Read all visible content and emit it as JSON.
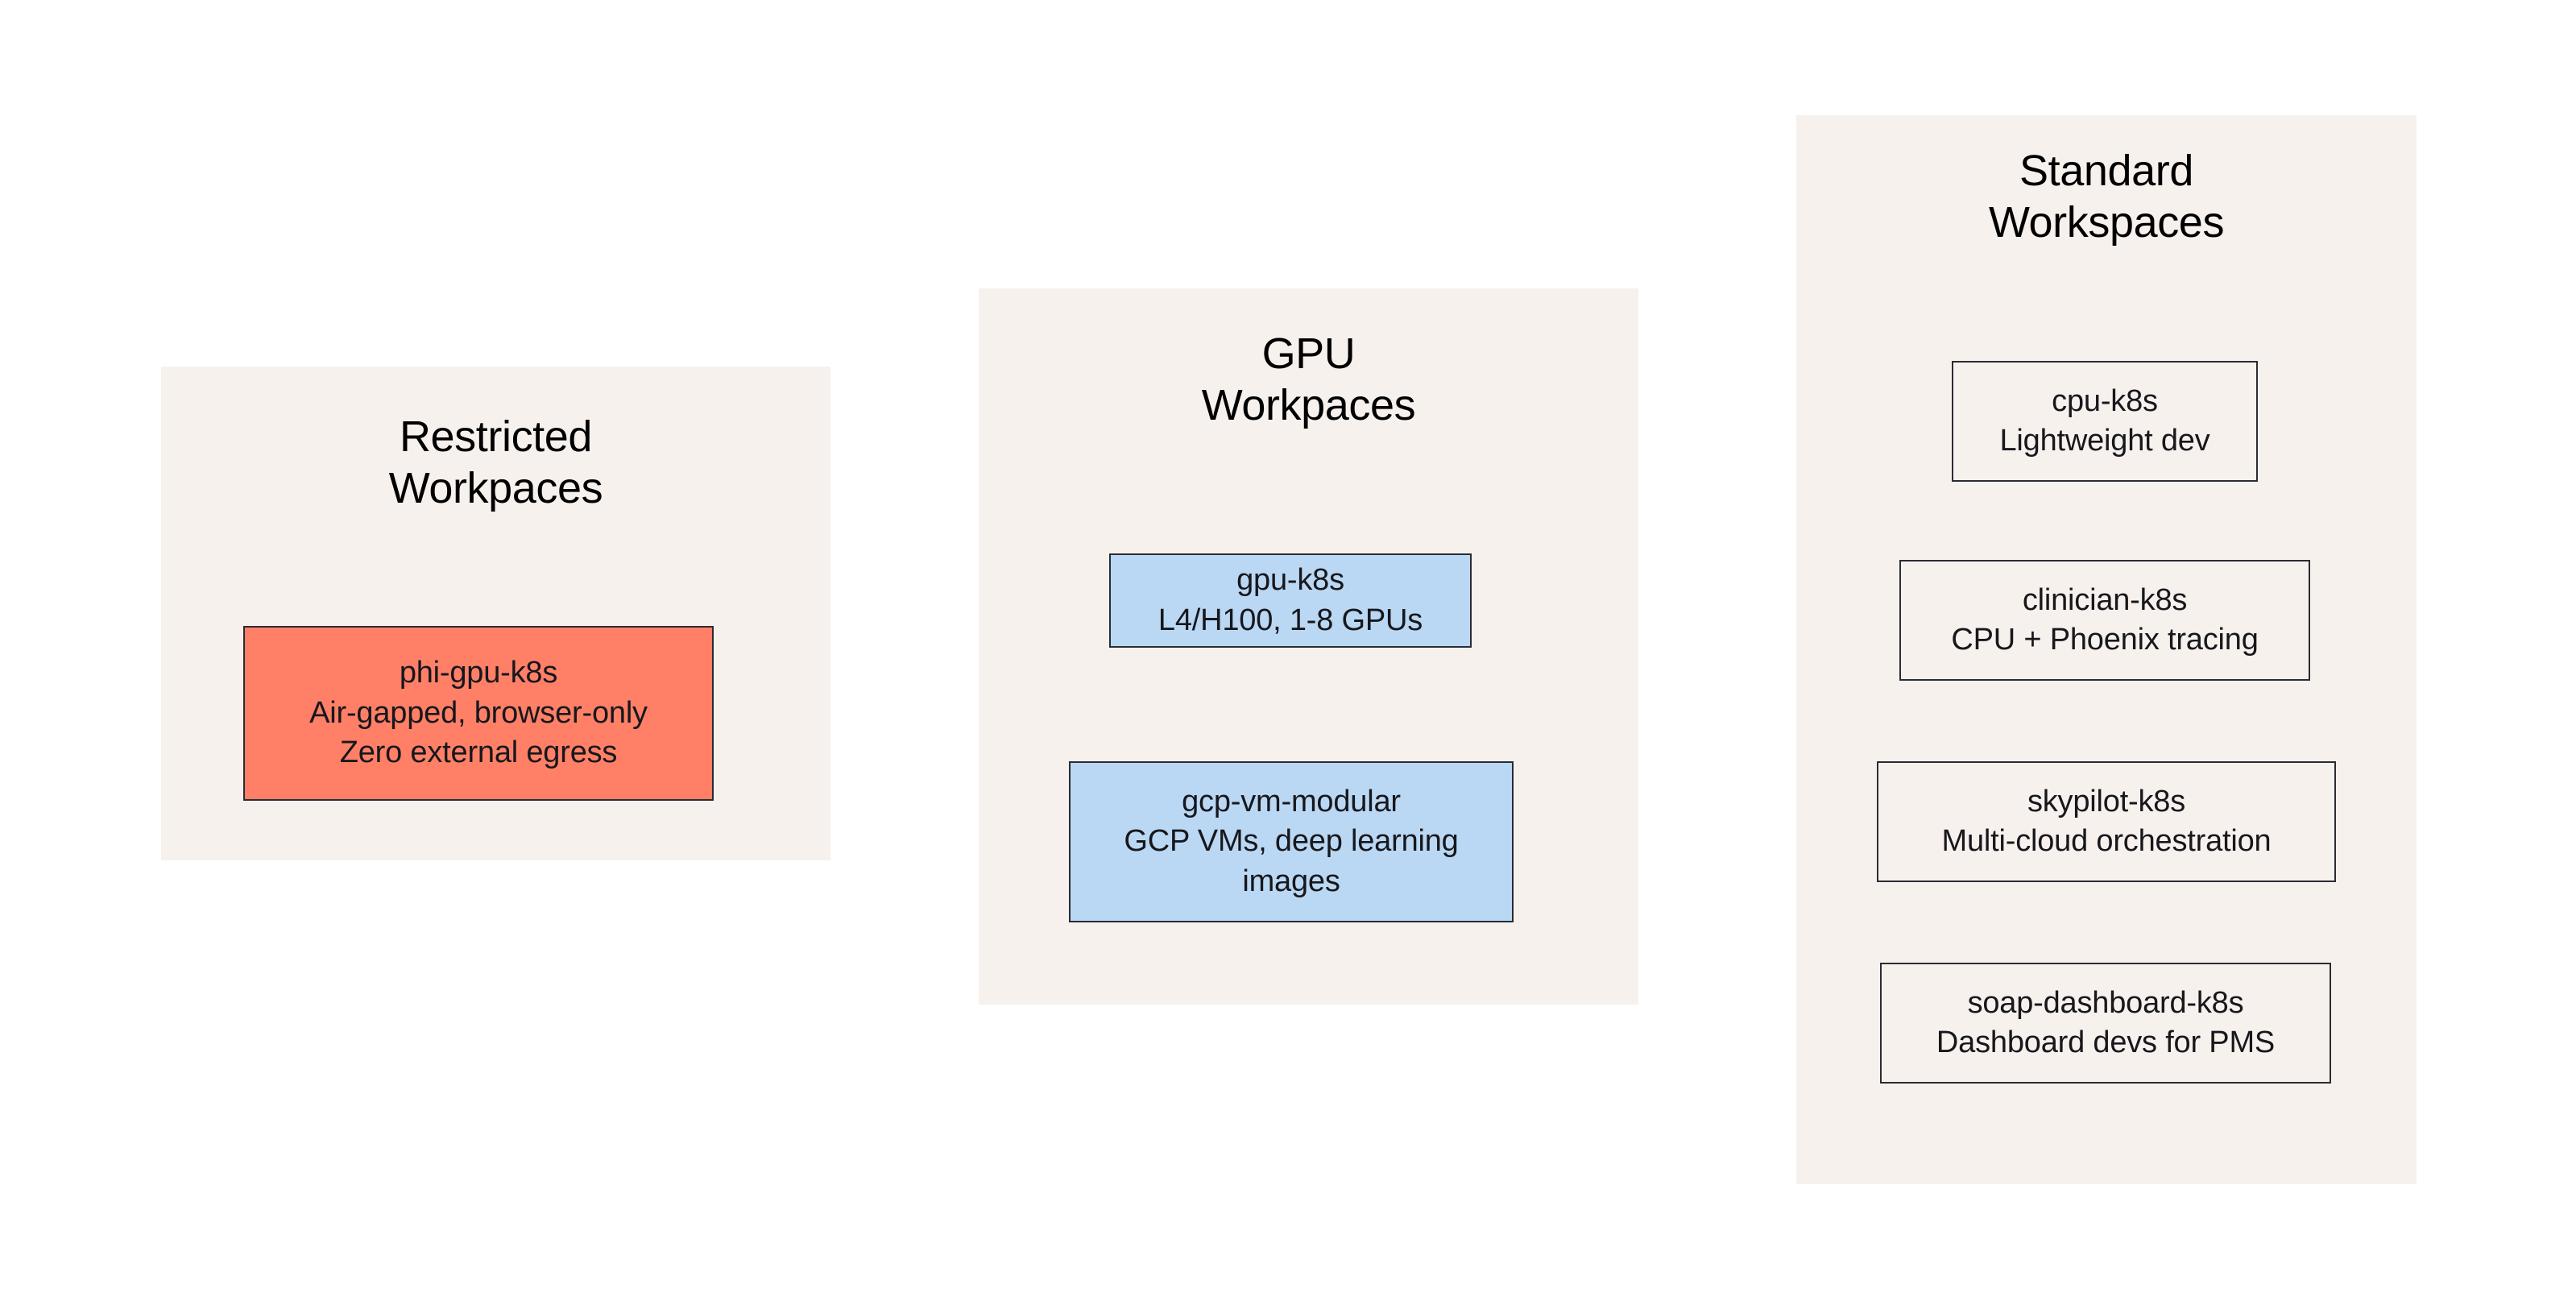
{
  "diagram": {
    "type": "grouped-node-diagram",
    "page_background": "#ffffff",
    "panel_background": "#f7f1ee",
    "border_color": "#2b2b33",
    "groups": [
      {
        "id": "restricted",
        "title": "Restricted\nWorkpaces",
        "nodes": [
          {
            "id": "phi-gpu-k8s",
            "name": "phi-gpu-k8s",
            "description_line_1": "Air-gapped, browser-only",
            "description_line_2": "Zero external egress",
            "text": "phi-gpu-k8s\nAir-gapped, browser-only\nZero external egress",
            "fill": "#ff8066"
          }
        ]
      },
      {
        "id": "gpu",
        "title": "GPU\nWorkpaces",
        "nodes": [
          {
            "id": "gpu-k8s",
            "name": "gpu-k8s",
            "description_line_1": "L4/H100, 1-8 GPUs",
            "text": "gpu-k8s\nL4/H100, 1-8 GPUs",
            "fill": "#bad8f3"
          },
          {
            "id": "gcp-vm-modular",
            "name": "gcp-vm-modular",
            "description_line_1": "GCP VMs, deep learning",
            "description_line_2": "images",
            "text": "gcp-vm-modular\nGCP VMs, deep learning\nimages",
            "fill": "#bad8f3"
          }
        ]
      },
      {
        "id": "standard",
        "title": "Standard\nWorkspaces",
        "nodes": [
          {
            "id": "cpu-k8s",
            "name": "cpu-k8s",
            "description_line_1": "Lightweight dev",
            "text": "cpu-k8s\nLightweight dev",
            "fill": "transparent"
          },
          {
            "id": "clinician-k8s",
            "name": "clinician-k8s",
            "description_line_1": "CPU + Phoenix tracing",
            "text": "clinician-k8s\nCPU + Phoenix tracing",
            "fill": "transparent"
          },
          {
            "id": "skypilot-k8s",
            "name": "skypilot-k8s",
            "description_line_1": "Multi-cloud orchestration",
            "text": "skypilot-k8s\nMulti-cloud orchestration",
            "fill": "transparent"
          },
          {
            "id": "soap-dashboard-k8s",
            "name": "soap-dashboard-k8s",
            "description_line_1": "Dashboard devs for PMS",
            "text": "soap-dashboard-k8s\nDashboard devs for PMS",
            "fill": "transparent"
          }
        ]
      }
    ]
  }
}
